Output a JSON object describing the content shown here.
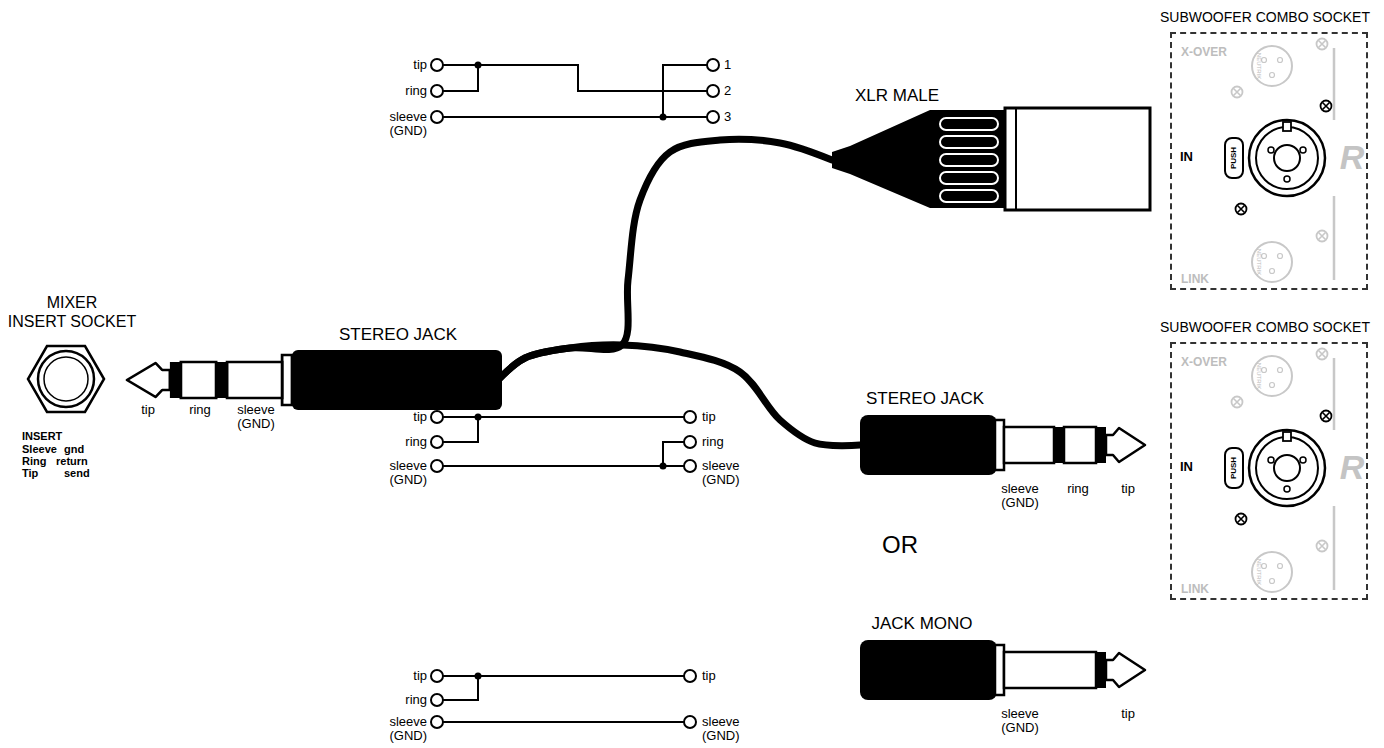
{
  "diagram": {
    "nodes": [
      {
        "text": [
          "MIXER INSERT SOCKET"
        ]
      },
      {
        "text": [
          "STEREO JACK"
        ]
      },
      {
        "text": [
          "XLR MALE"
        ]
      },
      {
        "text": [
          "SUBWOOFER COMBO SOCKET",
          "X-OVER",
          "NEUTRIK",
          "IN",
          "PUSH",
          "R",
          "LINK",
          "NEUTRIK"
        ]
      },
      {
        "text": [
          "STEREO JACK"
        ]
      },
      {
        "text": [
          "SUBWOOFER COMBO SOCKET",
          "X-OVER",
          "NEUTRIK",
          "IN",
          "PUSH",
          "R",
          "LINK",
          "NEUTRIK"
        ]
      },
      {
        "text": [
          "JACK MONO"
        ]
      }
    ],
    "edges": [
      {
        "from": 1,
        "to": 2,
        "arrow": "none"
      },
      {
        "from": 1,
        "to": 4,
        "arrow": "none"
      }
    ],
    "labels": [
      "tip",
      "ring",
      "sleeve (GND)",
      "1",
      "2",
      "3",
      "INSERT",
      "Sleeve",
      "gnd",
      "Ring",
      "return",
      "Tip",
      "send",
      "tip",
      "ring",
      "sleeve (GND)",
      "tip",
      "ring",
      "sleeve (GND)",
      "tip",
      "ring",
      "sleeve (GND)",
      "sleeve (GND)",
      "ring",
      "tip",
      "OR",
      "sleeve (GND)",
      "tip",
      "tip",
      "ring",
      "sleeve (GND)",
      "tip",
      "sleeve (GND)"
    ]
  }
}
